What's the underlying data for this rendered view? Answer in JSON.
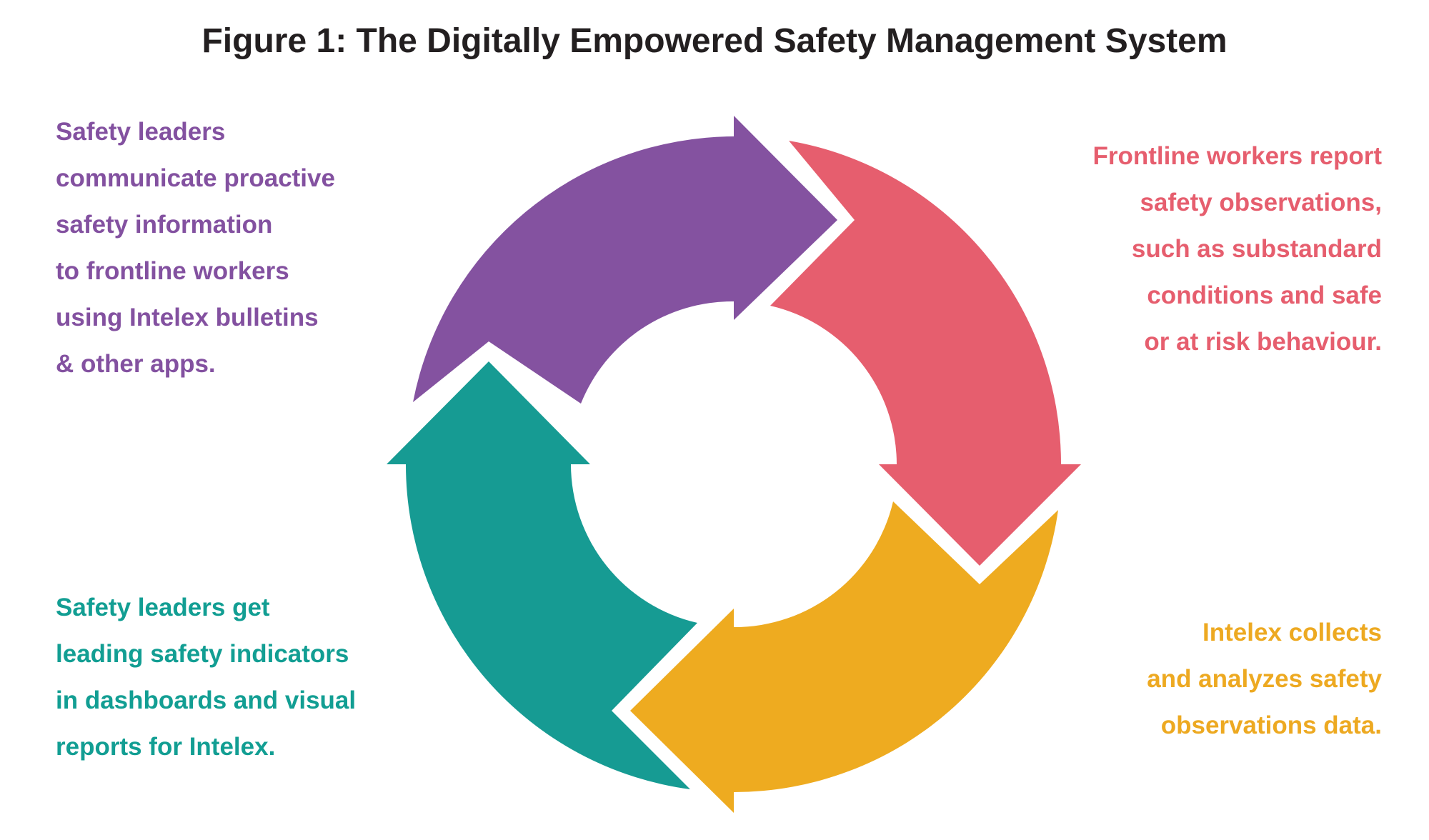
{
  "title": "Figure 1: The Digitally Empowered Safety Management System",
  "colors": {
    "purple": "#8452a0",
    "pink": "#e65e6e",
    "gold": "#eeab20",
    "teal": "#169b93",
    "title": "#231f20"
  },
  "steps": [
    {
      "id": "communicate",
      "color": "purple",
      "position": "top-left",
      "lines": [
        "Safety leaders",
        "communicate proactive",
        "safety information",
        "to frontline workers",
        "using Intelex bulletins",
        "& other apps."
      ]
    },
    {
      "id": "report",
      "color": "pink",
      "position": "top-right",
      "lines": [
        "Frontline workers report",
        "safety observations,",
        "such as substandard",
        "conditions and safe",
        "or at risk behaviour."
      ]
    },
    {
      "id": "analyze",
      "color": "gold",
      "position": "bottom-right",
      "lines": [
        "Intelex collects",
        "and analyzes safety",
        "observations data."
      ]
    },
    {
      "id": "indicators",
      "color": "teal",
      "position": "bottom-left",
      "lines": [
        "Safety leaders get",
        "leading safety indicators",
        "in dashboards and visual",
        "reports for Intelex."
      ]
    }
  ]
}
